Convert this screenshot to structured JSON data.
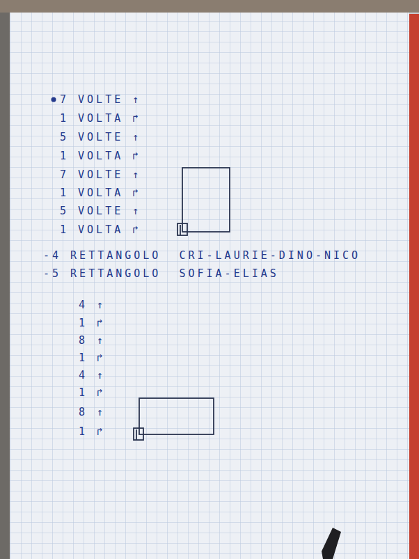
{
  "diagram": {
    "labels": [
      "7 VOLTE ↑",
      "1 VOLTA ↱",
      "5 VOLTE ↑",
      "1 VOLTA ↱",
      "7 VOLTE ↑",
      "1 VOLTA ↱",
      "5 VOLTE ↑",
      "1 VOLTA ↱",
      "-4 RETTANGOLO  CRI-LAURIE-DINO-NICO",
      "-5 RETTANGOLO  SOFIA-ELIAS",
      "4 ↑",
      "1 ↱",
      "8 ↑",
      "1 ↱",
      "4 ↑",
      "1 ↱",
      "8 ↑",
      "1 ↱"
    ]
  }
}
